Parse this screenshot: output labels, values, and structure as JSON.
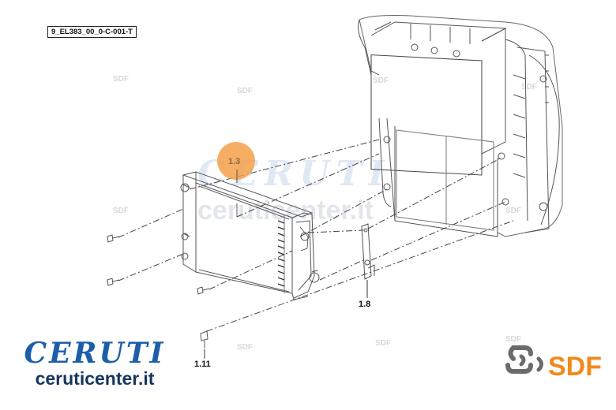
{
  "diagram": {
    "reference_code": "9_EL383_00_0-C-001-T",
    "callouts": {
      "radiator": "1.3",
      "bracket": "1.8",
      "screw": "1.11"
    },
    "highlight_color": "#f5a04a"
  },
  "branding": {
    "dealer_logo": "CERUTI",
    "dealer_site": "ceruticenter.it",
    "maker_logo": "SDF",
    "watermark_logo": "CERUTI",
    "watermark_site": "ceruticenter.it",
    "watermark_mark": "SDF",
    "colors": {
      "ceruti_blue": "#1c5fa8",
      "ceruti_navy": "#17365d",
      "sdf_orange": "#f08a1c",
      "sdf_gray": "#6b6b6b"
    }
  }
}
